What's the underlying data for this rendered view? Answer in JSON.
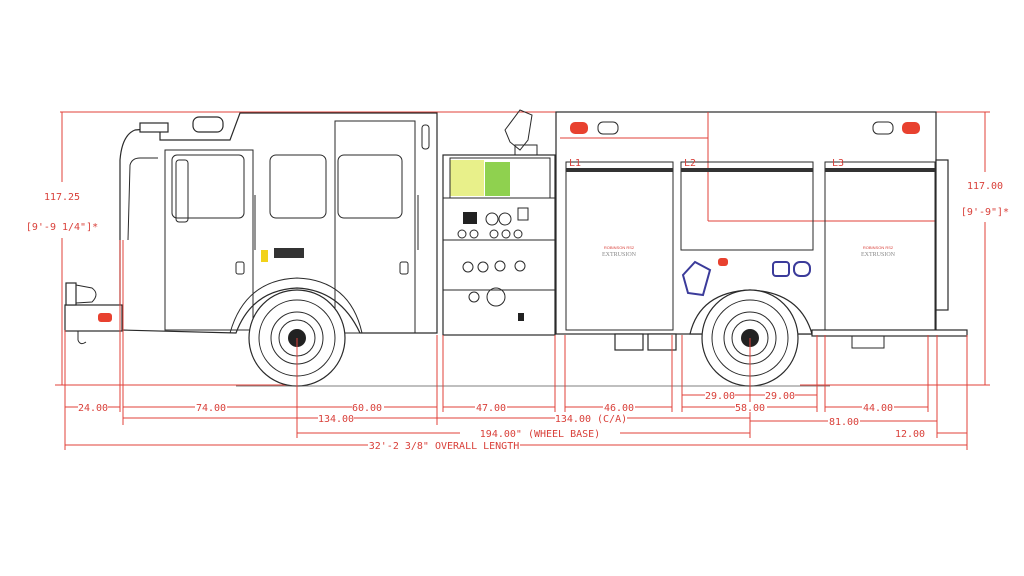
{
  "drawing": {
    "height_front": "117.25",
    "height_front_ft": "[9'-9 1/4\"]*",
    "height_rear": "117.00",
    "height_rear_ft": "[9'-9\"]*",
    "compartments": [
      "L1",
      "L2",
      "L3"
    ],
    "extrusion_label": "EXTRUSION",
    "extrusion_tag": "ROBINSON RS2",
    "dimensions": {
      "front_overhang": "24.00",
      "front_axle_to_cab": "74.00",
      "axle_to_cab_rear": "60.00",
      "cab_length": "134.00",
      "pump_panel": "47.00",
      "l1_width": "46.00",
      "wheel_half_front": "29.00",
      "wheel_half_rear": "29.00",
      "wheel_well": "58.00",
      "l3_width": "44.00",
      "cab_to_axle": "134.00 (C/A)",
      "rear_overhang": "81.00",
      "wheelbase": "194.00\" (WHEEL BASE)",
      "tailboard": "12.00",
      "overall_length": "32'-2 3/8\" OVERALL LENGTH"
    },
    "colors": {
      "dimension": "#e0403a",
      "outline": "#2a2a2a",
      "tank_yellow": "#e8f08a",
      "tank_green": "#8fd14f",
      "light_red": "#e8412f",
      "accent_blue": "#3b3b9a"
    }
  }
}
